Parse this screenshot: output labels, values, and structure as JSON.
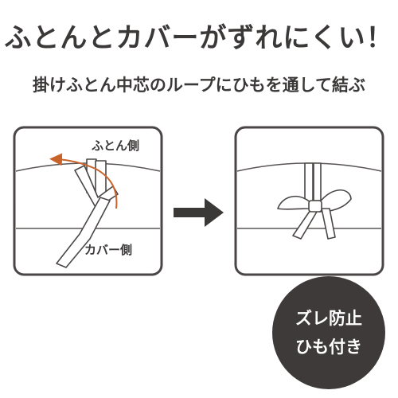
{
  "headline": "ふとんとカバーがずれにくい！",
  "instruction": "掛けふとん中芯のループにひもを通して結ぶ",
  "before_panel": {
    "label_top": "ふとん側",
    "label_bottom": "カバー側"
  },
  "badge": {
    "line1": "ズレ防止",
    "line2": "ひも付き"
  },
  "colors": {
    "text": "#3b3838",
    "frame": "#4a4646",
    "guide_arrow": "#c8642a",
    "badge_bg": "#3e3a3a",
    "badge_text": "#ffffff"
  },
  "icons": [
    "right-arrow-icon"
  ]
}
